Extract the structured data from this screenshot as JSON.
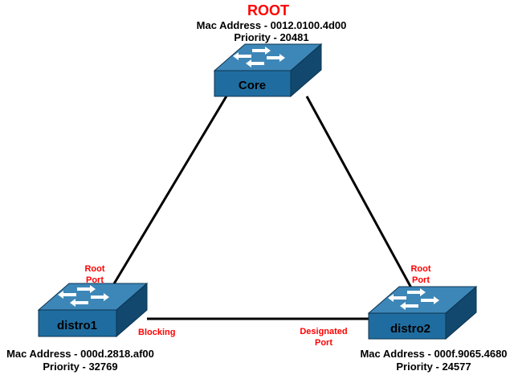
{
  "colors": {
    "switch_top": "#3d87b8",
    "switch_front": "#1f6da0",
    "switch_side": "#12486d",
    "switch_edge": "#0c3350",
    "link": "#000000",
    "role_text": "#ff0000",
    "info_text": "#000000"
  },
  "switches": {
    "core": {
      "name": "Core",
      "role": "ROOT",
      "mac": "Mac Address - 0012.0100.4d00",
      "priority": "Priority - 20481"
    },
    "distro1": {
      "name": "distro1",
      "mac": "Mac Address - 000d.2818.af00",
      "priority": "Priority - 32769",
      "root_port_line1": "Root",
      "root_port_line2": "Port",
      "blocking": "Blocking"
    },
    "distro2": {
      "name": "distro2",
      "mac": "Mac Address - 000f.9065.4680",
      "priority": "Priority - 24577",
      "root_port_line1": "Root",
      "root_port_line2": "Port",
      "designated_line1": "Designated",
      "designated_line2": "Port"
    }
  },
  "icons": {
    "switch": "switch-icon"
  }
}
